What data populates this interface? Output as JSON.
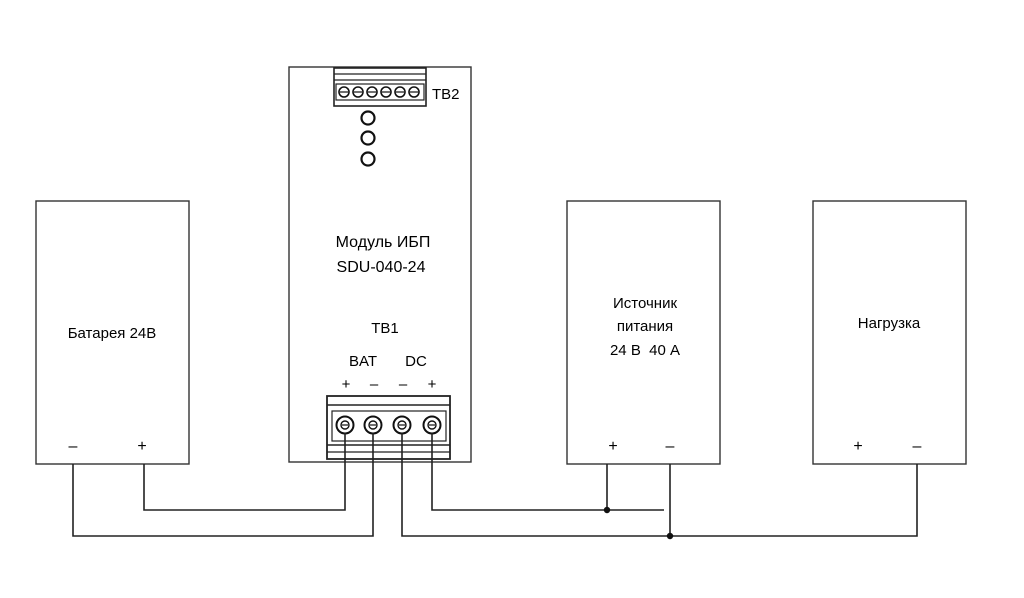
{
  "battery": {
    "label": "Батарея 24В",
    "minus": "–",
    "plus": "+"
  },
  "ups": {
    "line1": "Модуль ИБП",
    "line2": "SDU-040-24",
    "tb2": "TB2",
    "tb1": "TB1",
    "bat": "BAT",
    "dc": "DC",
    "t1": "+",
    "t2": "–",
    "t3": "–",
    "t4": "+"
  },
  "psu": {
    "line1": "Источник",
    "line2": "питания",
    "line3": "24 В  40 А",
    "plus": "+",
    "minus": "–"
  },
  "load": {
    "label": "Нагрузка",
    "plus": "+",
    "minus": "–"
  }
}
